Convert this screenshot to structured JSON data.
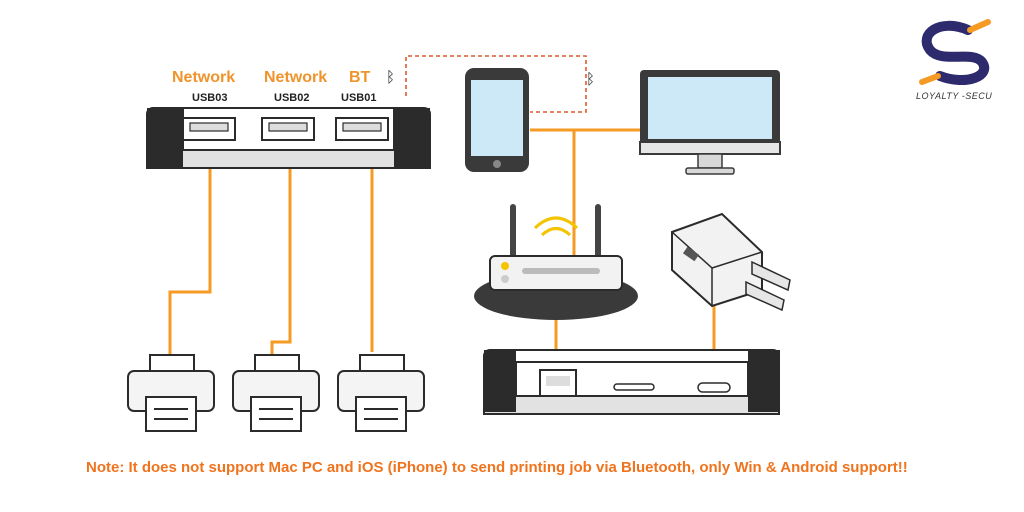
{
  "labels": {
    "net1": "Network",
    "net2": "Network",
    "bt": "BT",
    "usb03": "USB03",
    "usb02": "USB02",
    "usb01": "USB01"
  },
  "bluetooth_icon": "bluetooth-icon",
  "logo": {
    "text": "LOYALTY -SECU",
    "colors": [
      "#2d2a6e",
      "#f59a23"
    ]
  },
  "note": "Note: It does not support Mac PC and iOS (iPhone) to send printing job via Bluetooth, only Win & Android support!!",
  "colors": {
    "wire": "#f59a23",
    "label": "#f0932b",
    "note": "#f0741e",
    "dashed": "#e05a2b"
  }
}
